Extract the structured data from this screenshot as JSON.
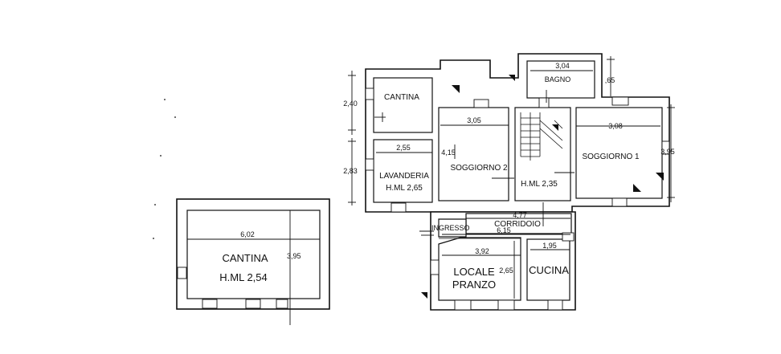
{
  "rooms": {
    "cantina_top": "CANTINA",
    "lavanderia": "LAVANDERIA",
    "lavanderia_h": "H.ML 2,65",
    "soggiorno2": "SOGGIORNO 2",
    "bagno": "BAGNO",
    "stair_h": "H.ML 2,35",
    "soggiorno1": "SOGGIORNO 1",
    "corridoio": "CORRIDOIO",
    "ingresso": "INGRESSO",
    "locale": "LOCALE",
    "pranzo": "PRANZO",
    "cucina": "CUCINA",
    "cantina_left": "CANTINA",
    "cantina_left_h": "H.ML 2,54"
  },
  "dims": {
    "d240": "2,40",
    "d283": "2,83",
    "d255": "2,55",
    "d415": "4,15",
    "d305": "3,05",
    "d304": "3,04",
    "d165": ",65",
    "d308": "3,08",
    "d395_right": "3,95",
    "d477": "4,77",
    "d615": "6,15",
    "d392": "3,92",
    "d195": "1,95",
    "d265": "2,65",
    "d602": "6,02",
    "d395_left": "3,95"
  }
}
